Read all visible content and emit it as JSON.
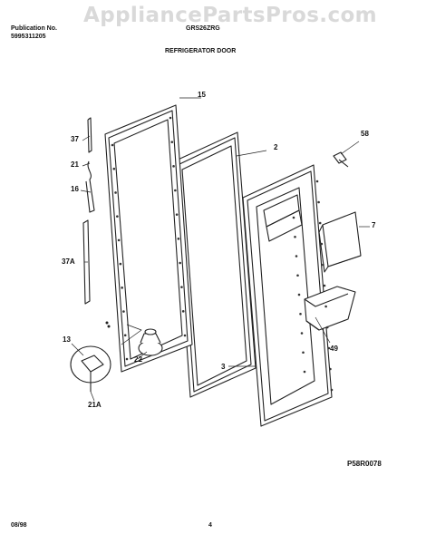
{
  "watermark": "AppliancePartsPros.com",
  "header": {
    "publication_label": "Publication No.",
    "publication_number": "5995311205",
    "model": "GRS26ZRG",
    "section_title": "REFRIGERATOR DOOR"
  },
  "parts": {
    "p15": "15",
    "p2": "2",
    "p58": "58",
    "p37": "37",
    "p21": "21",
    "p16": "16",
    "p7": "7",
    "p37a": "37A",
    "p49": "49",
    "p13": "13",
    "p22": "22",
    "p3": "3",
    "p21a": "21A"
  },
  "diagram_code": "P58R0078",
  "footer": {
    "date": "08/98",
    "page": "4"
  }
}
